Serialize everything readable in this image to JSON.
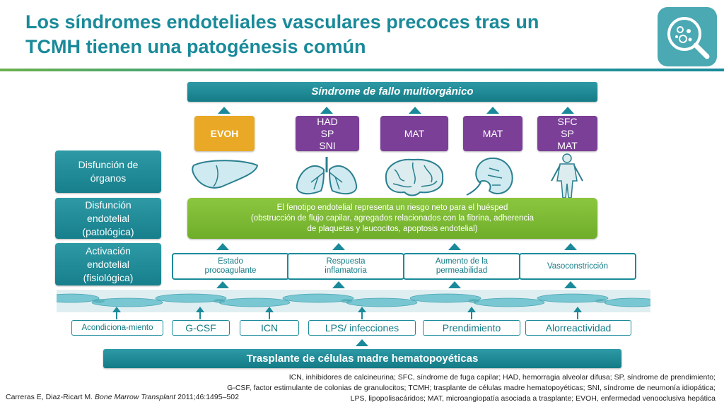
{
  "title": {
    "line1": "Los síndromes endoteliales vasculares precoces tras un",
    "line2": "TCMH tienen una patogénesis común"
  },
  "top_bar": "Síndrome de fallo multiorgánico",
  "organ_syndromes": [
    {
      "lines": [
        "EVOH"
      ],
      "color": "#e9a825"
    },
    {
      "lines": [
        "HAD",
        "SP",
        "SNI"
      ],
      "color": "#7b3f98"
    },
    {
      "lines": [
        "MAT"
      ],
      "color": "#7b3f98"
    },
    {
      "lines": [
        "MAT"
      ],
      "color": "#7b3f98"
    },
    {
      "lines": [
        "SFC",
        "SP",
        "MAT"
      ],
      "color": "#7b3f98"
    }
  ],
  "organ_icons": [
    "liver-icon",
    "lungs-icon",
    "brain-icon",
    "kidney-icon",
    "body-icon"
  ],
  "left_labels": {
    "organ_dysfunction": [
      "Disfunción de",
      "órganos"
    ],
    "endothelial_dysfunction": [
      "Disfunción",
      "endotelial",
      "(patológica)"
    ],
    "endothelial_activation": [
      "Activación",
      "endotelial",
      "(fisiológica)"
    ]
  },
  "green_box": [
    "El fenotipo endotelial representa un riesgo neto para el huésped",
    "(obstrucción de flujo capilar, agregados relacionados con la fibrina, adherencia",
    "de plaquetas y leucocitos, apoptosis endotelial)"
  ],
  "mechanisms": [
    [
      "Estado",
      "procoagulante"
    ],
    [
      "Respuesta",
      "inflamatoria"
    ],
    [
      "Aumento de la",
      "permeabilidad"
    ],
    [
      "Vasoconstricción"
    ]
  ],
  "causes": [
    "Acondiciona-miento",
    "G-CSF",
    "ICN",
    "LPS/ infecciones",
    "Prendimiento",
    "Alorreactividad"
  ],
  "bottom_bar": "Trasplante de células madre hematopoyéticas",
  "footnote": [
    "ICN, inhibidores de calcineurina; SFC, síndrome de fuga capilar; HAD, hemorragia alveolar difusa; SP, síndrome de prendimiento;",
    "G-CSF, factor estimulante de colonias de granulocitos; TCMH; trasplante de células madre hematopoyéticas; SNI, síndrome de neumonía idiopática;",
    "LPS, lipopolisacáridos; MAT, microangiopatía asociada a trasplante; EVOH, enfermedad venooclusiva hepática"
  ],
  "citation": {
    "authors": "Carreras E, Diaz-Ricart M. ",
    "journal": "Bone Marrow Transplant",
    "rest": " 2011;46:1495–502"
  },
  "colors": {
    "teal": "#1a8a9a",
    "green": "#8cc63f",
    "purple": "#7b3f98",
    "orange": "#e9a825"
  }
}
